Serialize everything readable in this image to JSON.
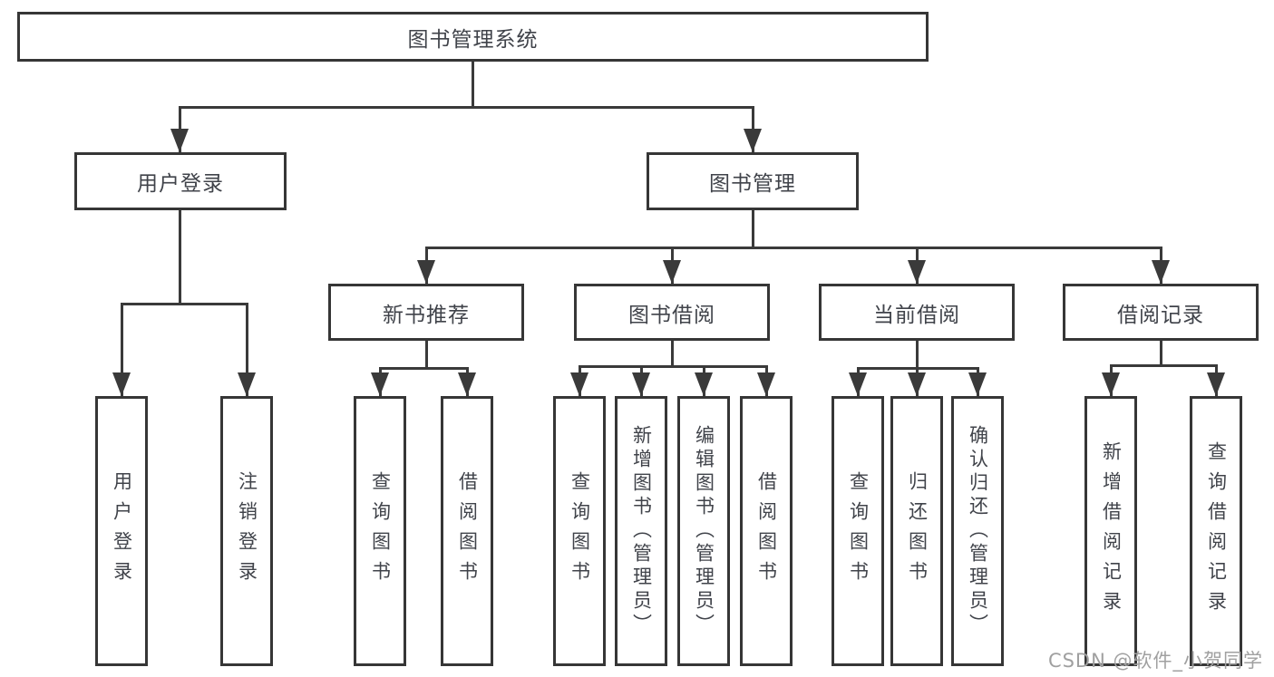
{
  "diagram": {
    "root": {
      "label": "图书管理系统"
    },
    "level2": [
      {
        "id": "user-login",
        "label": "用户登录",
        "children": [
          "用户登录",
          "注销登录"
        ]
      },
      {
        "id": "book-management",
        "label": "图书管理"
      }
    ],
    "level3": [
      {
        "id": "new-book-recommendation",
        "label": "新书推荐",
        "children": [
          "查询图书",
          "借阅图书"
        ]
      },
      {
        "id": "book-borrowing",
        "label": "图书借阅",
        "children": [
          "查询图书",
          "新增图书（管理员）",
          "编辑图书（管理员）",
          "借阅图书"
        ]
      },
      {
        "id": "current-borrowing",
        "label": "当前借阅",
        "children": [
          "查询图书",
          "归还图书",
          "确认归还（管理员）"
        ]
      },
      {
        "id": "borrowing-records",
        "label": "借阅记录",
        "children": [
          "新增借阅记录",
          "查询借阅记录"
        ]
      }
    ]
  },
  "watermark": {
    "text": "CSDN @软件_小贺同学"
  },
  "colors": {
    "line": "#3a3a3a",
    "box_border": "#363636",
    "text": "#40434a",
    "watermark": "#a0a0a0",
    "background": "#ffffff"
  }
}
